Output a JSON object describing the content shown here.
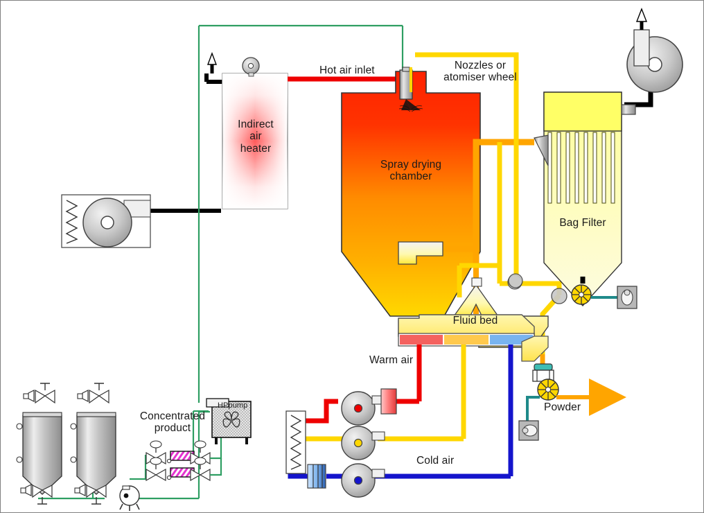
{
  "diagram": {
    "title": "Spray drying plant with integrated fluid bed",
    "type": "process-flow-diagram"
  },
  "labels": {
    "hot_air_inlet": "Hot air inlet",
    "nozzles": "Nozzles or\natomiser wheel",
    "indirect_air_heater": "Indirect\nair\nheater",
    "spray_drying_chamber": "Spray drying\nchamber",
    "bag_filter": "Bag Filter",
    "fluid_bed": "Fluid bed",
    "warm_air": "Warm air",
    "cold_air": "Cold air",
    "powder": "Powder",
    "concentrated_product": "Concentrated\nproduct",
    "hp_pump": "HPpump"
  },
  "equipment": [
    {
      "id": "supply-air-filter-fan",
      "name": "Supply air filter and fan"
    },
    {
      "id": "indirect-air-heater",
      "name": "Indirect air heater"
    },
    {
      "id": "heater-burner-blower",
      "name": "Heater burner blower"
    },
    {
      "id": "heater-exhaust-stack",
      "name": "Heater exhaust stack"
    },
    {
      "id": "atomiser-nozzle",
      "name": "Atomiser nozzle assembly"
    },
    {
      "id": "spray-drying-chamber",
      "name": "Spray drying chamber"
    },
    {
      "id": "bag-filter",
      "name": "Bag filter"
    },
    {
      "id": "exhaust-fan",
      "name": "Exhaust fan"
    },
    {
      "id": "filter-rotary-valve",
      "name": "Bag filter rotary valve"
    },
    {
      "id": "fluid-bed",
      "name": "Integrated fluid bed"
    },
    {
      "id": "powder-sifter",
      "name": "Powder sifter"
    },
    {
      "id": "powder-rotary-valve",
      "name": "Powder rotary valve"
    },
    {
      "id": "product-tank-1",
      "name": "Concentrate tank 1"
    },
    {
      "id": "product-tank-2",
      "name": "Concentrate tank 2"
    },
    {
      "id": "feed-pump",
      "name": "Feed pump"
    },
    {
      "id": "duplex-filter",
      "name": "Duplex filter"
    },
    {
      "id": "hp-pump",
      "name": "High pressure pump"
    },
    {
      "id": "fb-fan-warm",
      "name": "Fluid bed warm air fan"
    },
    {
      "id": "fb-fan-mid",
      "name": "Fluid bed mid air fan"
    },
    {
      "id": "fb-fan-cold",
      "name": "Fluid bed cold air fan"
    },
    {
      "id": "fb-air-filter",
      "name": "Fluid bed air intake filter"
    },
    {
      "id": "fb-heater-warm",
      "name": "Fluid bed warm air heater"
    },
    {
      "id": "fb-cooler-cold",
      "name": "Fluid bed air cooler"
    }
  ],
  "streams": [
    {
      "id": "ambient-air",
      "name": "Ambient air duct",
      "color": "#000000"
    },
    {
      "id": "hot-air",
      "name": "Hot air",
      "color": "#ee0000"
    },
    {
      "id": "exhaust-air",
      "name": "Exhaust / drying air",
      "color": "#ffa500"
    },
    {
      "id": "secondary-air",
      "name": "Secondary air",
      "color": "#ffd700"
    },
    {
      "id": "cold-air",
      "name": "Cold air",
      "color": "#1414cc"
    },
    {
      "id": "liquid-feed",
      "name": "Concentrated product feed",
      "color": "#2e9e62"
    },
    {
      "id": "powder-out",
      "name": "Powder discharge",
      "color": "#ffa500"
    },
    {
      "id": "drive-signal",
      "name": "Drive connection",
      "color": "#1f8a8a"
    }
  ],
  "colors": {
    "border": "#808080",
    "background": "#ffffff",
    "hot": "#ee0000",
    "orange": "#ffa500",
    "yellow": "#ffd700",
    "blue": "#1414cc",
    "green": "#2e9e62",
    "teal": "#1f8a8a",
    "black": "#000000",
    "filter_body": "#ffff99",
    "chamber_top": "#ff2000",
    "chamber_bottom": "#ffd800"
  }
}
